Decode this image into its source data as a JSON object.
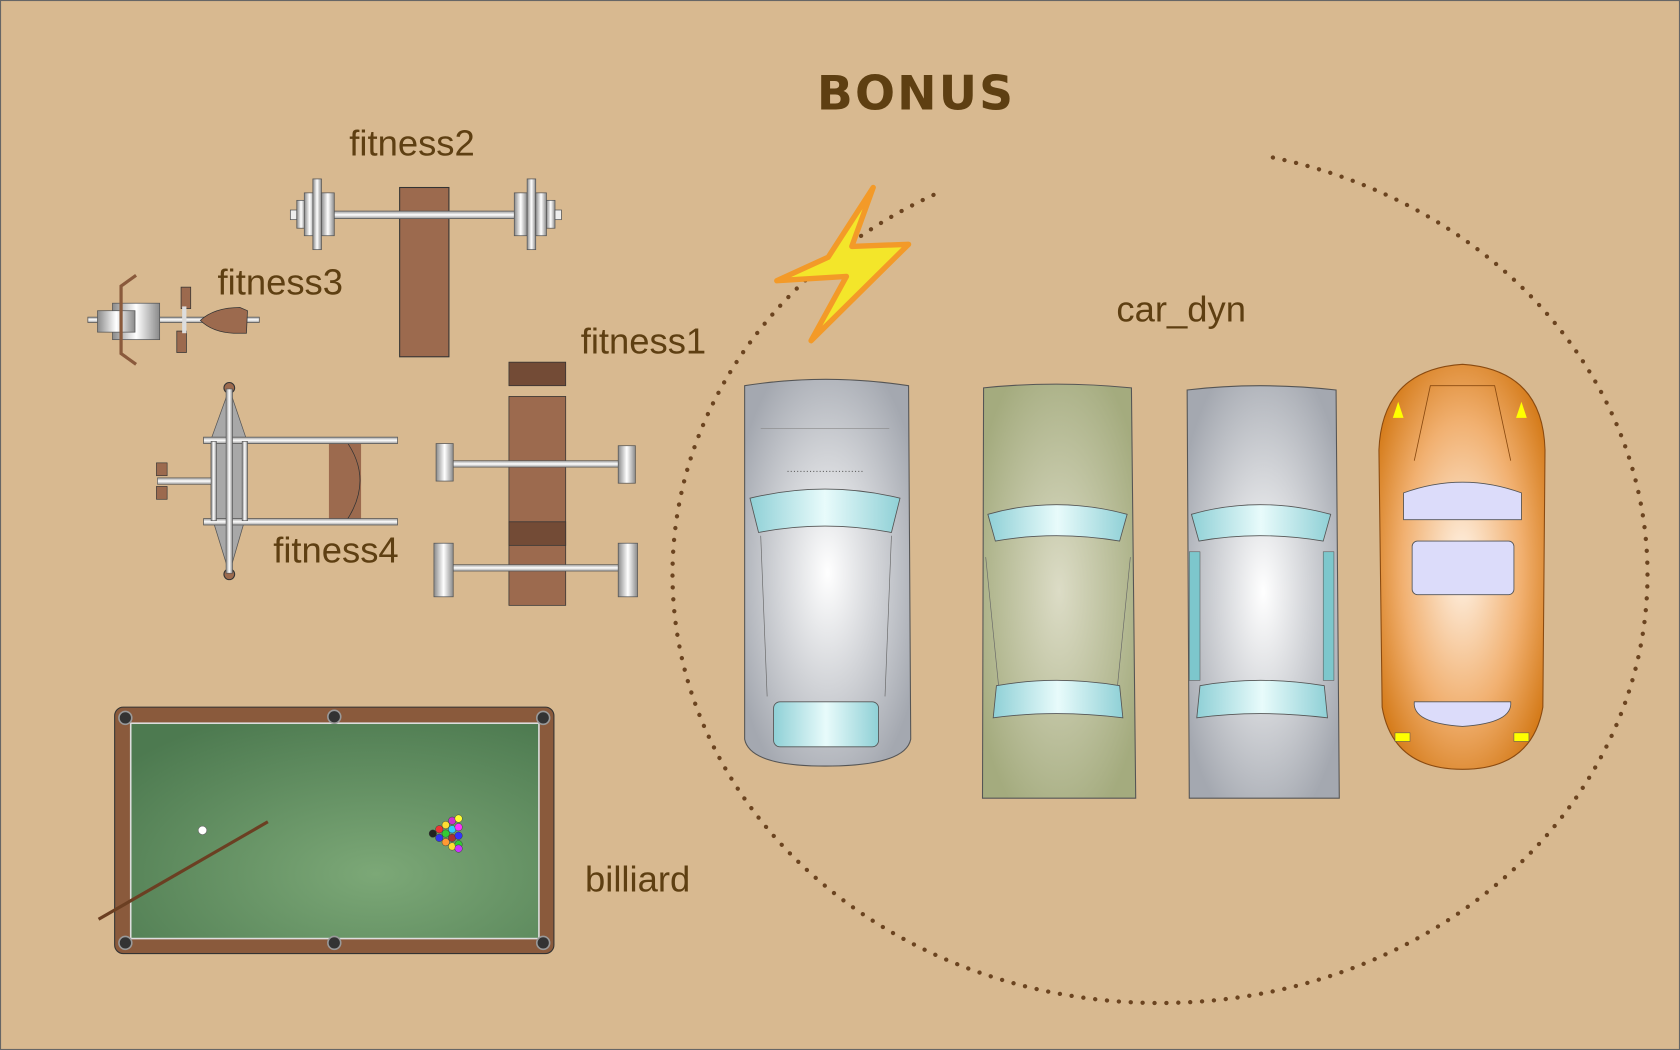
{
  "title": "BONUS",
  "labels": {
    "fitness1": "fitness1",
    "fitness2": "fitness2",
    "fitness3": "fitness3",
    "fitness4": "fitness4",
    "car_dyn": "car_dyn",
    "billiard": "billiard"
  },
  "colors": {
    "background": "#d8b990",
    "text": "#5e3f12",
    "wood": "#9c6a4e",
    "felt": "#5e9160",
    "bolt": "#f3e62a",
    "bolt_outline": "#f39a28",
    "car_orange": "#e38a2a",
    "car_green": "#b9bf98"
  },
  "icons": [
    "lightning-bolt-icon"
  ]
}
